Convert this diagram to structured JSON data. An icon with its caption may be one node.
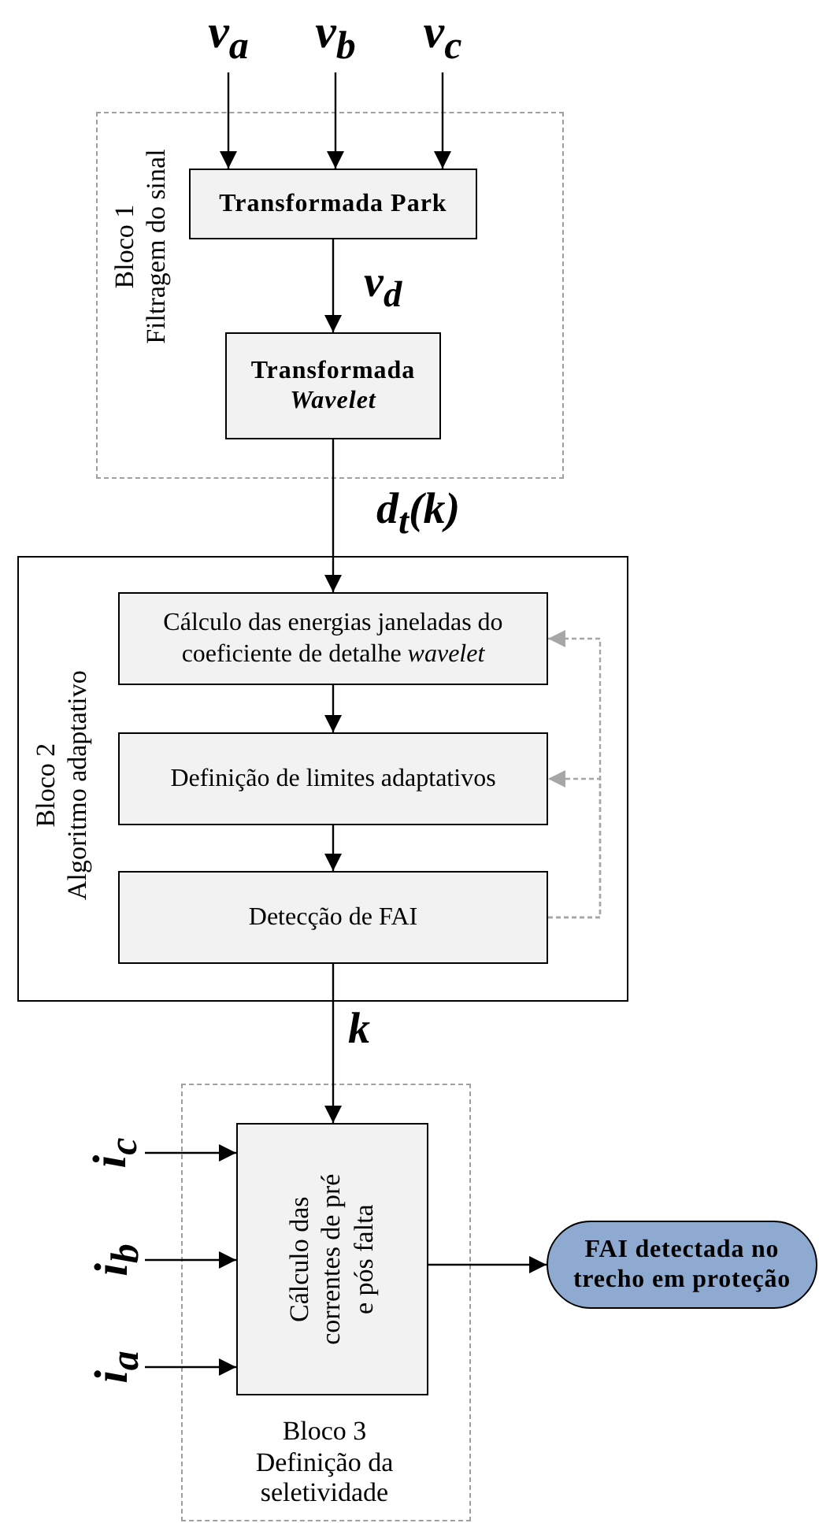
{
  "diagram": {
    "nodes": [
      {
        "text": [
          "v$_{a}$"
        ]
      },
      {
        "text": [
          "v$_{b}$"
        ]
      },
      {
        "text": [
          "v$_{c}$"
        ]
      },
      {
        "text": [
          "Bloco 1",
          "Filtragem do sinal"
        ]
      },
      {
        "text": [
          "Transformada Park"
        ],
        "in": 3
      },
      {
        "text": [
          "Transformada *Wavelet*"
        ],
        "in": 3
      },
      {
        "text": [
          "Bloco 2",
          "Algoritmo adaptativo"
        ]
      },
      {
        "text": [
          "Cálculo das energias janeladas do coeficiente de detalhe *wavelet*"
        ],
        "in": 6
      },
      {
        "text": [
          "Definição de limites adaptativos"
        ],
        "in": 6
      },
      {
        "text": [
          "Detecção de FAI"
        ],
        "in": 6
      },
      {
        "text": [
          "Bloco 3",
          "Definição da seletividade"
        ]
      },
      {
        "text": [
          "Cálculo das correntes de pré e pós falta"
        ],
        "in": 10
      },
      {
        "text": [
          "i$_{c}$"
        ]
      },
      {
        "text": [
          "i$_{b}$"
        ]
      },
      {
        "text": [
          "i$_{a}$"
        ]
      },
      {
        "text": [
          "FAI detectada no trecho em proteção"
        ]
      }
    ],
    "edges": [
      {
        "from": 0,
        "to": 4,
        "arrow": "to"
      },
      {
        "from": 1,
        "to": 4,
        "arrow": "to"
      },
      {
        "from": 2,
        "to": 4,
        "arrow": "to"
      },
      {
        "from": 4,
        "to": 5,
        "arrow": "to",
        "label": "v$_{d}$"
      },
      {
        "from": 5,
        "to": 7,
        "arrow": "to",
        "label": "d$_{t}$(k)"
      },
      {
        "from": 7,
        "to": 8,
        "arrow": "to"
      },
      {
        "from": 8,
        "to": 9,
        "arrow": "to"
      },
      {
        "from": 9,
        "to": 7,
        "arrow": "to",
        "style": "dashed",
        "color": "#a6a6a6"
      },
      {
        "from": 9,
        "to": 8,
        "arrow": "to",
        "style": "dashed",
        "color": "#a6a6a6"
      },
      {
        "from": 9,
        "to": 11,
        "arrow": "to",
        "label": "k"
      },
      {
        "from": 12,
        "to": 11,
        "arrow": "to"
      },
      {
        "from": 13,
        "to": 11,
        "arrow": "to"
      },
      {
        "from": 14,
        "to": 11,
        "arrow": "to"
      },
      {
        "from": 11,
        "to": 15,
        "arrow": "to"
      }
    ]
  }
}
